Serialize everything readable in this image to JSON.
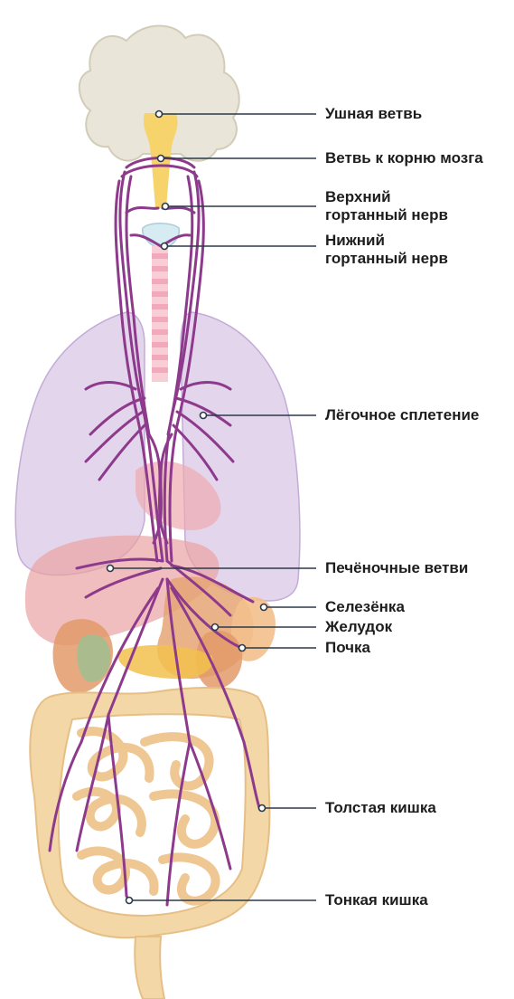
{
  "diagram": {
    "colors": {
      "nerve": "#8e3a8c",
      "brain": "#e9e5d8",
      "brainstem": "#f7d36b",
      "lungs": "#d9c7e6",
      "liver": "#e9a3a3",
      "stomach": "#e6a574",
      "intestine": "#f3d7a7",
      "trachea": "#f2a9bb",
      "leader": "#2b3a4a"
    },
    "labels": [
      {
        "id": "auricular",
        "text": "Ушная ветвь"
      },
      {
        "id": "brainroot",
        "text": "Ветвь к корню мозга"
      },
      {
        "id": "sup_laryngeal",
        "line1": "Верхний",
        "line2": "гортанный нерв"
      },
      {
        "id": "inf_laryngeal",
        "line1": "Нижний",
        "line2": "гортанный нерв"
      },
      {
        "id": "pulmonary",
        "text": "Лёгочное сплетение"
      },
      {
        "id": "hepatic",
        "text": "Печёночные ветви"
      },
      {
        "id": "spleen",
        "text": "Селезёнка"
      },
      {
        "id": "stomach",
        "text": "Желудок"
      },
      {
        "id": "kidney",
        "text": "Почка"
      },
      {
        "id": "colon",
        "text": "Толстая кишка"
      },
      {
        "id": "small_intestine",
        "text": "Тонкая кишка"
      }
    ]
  }
}
